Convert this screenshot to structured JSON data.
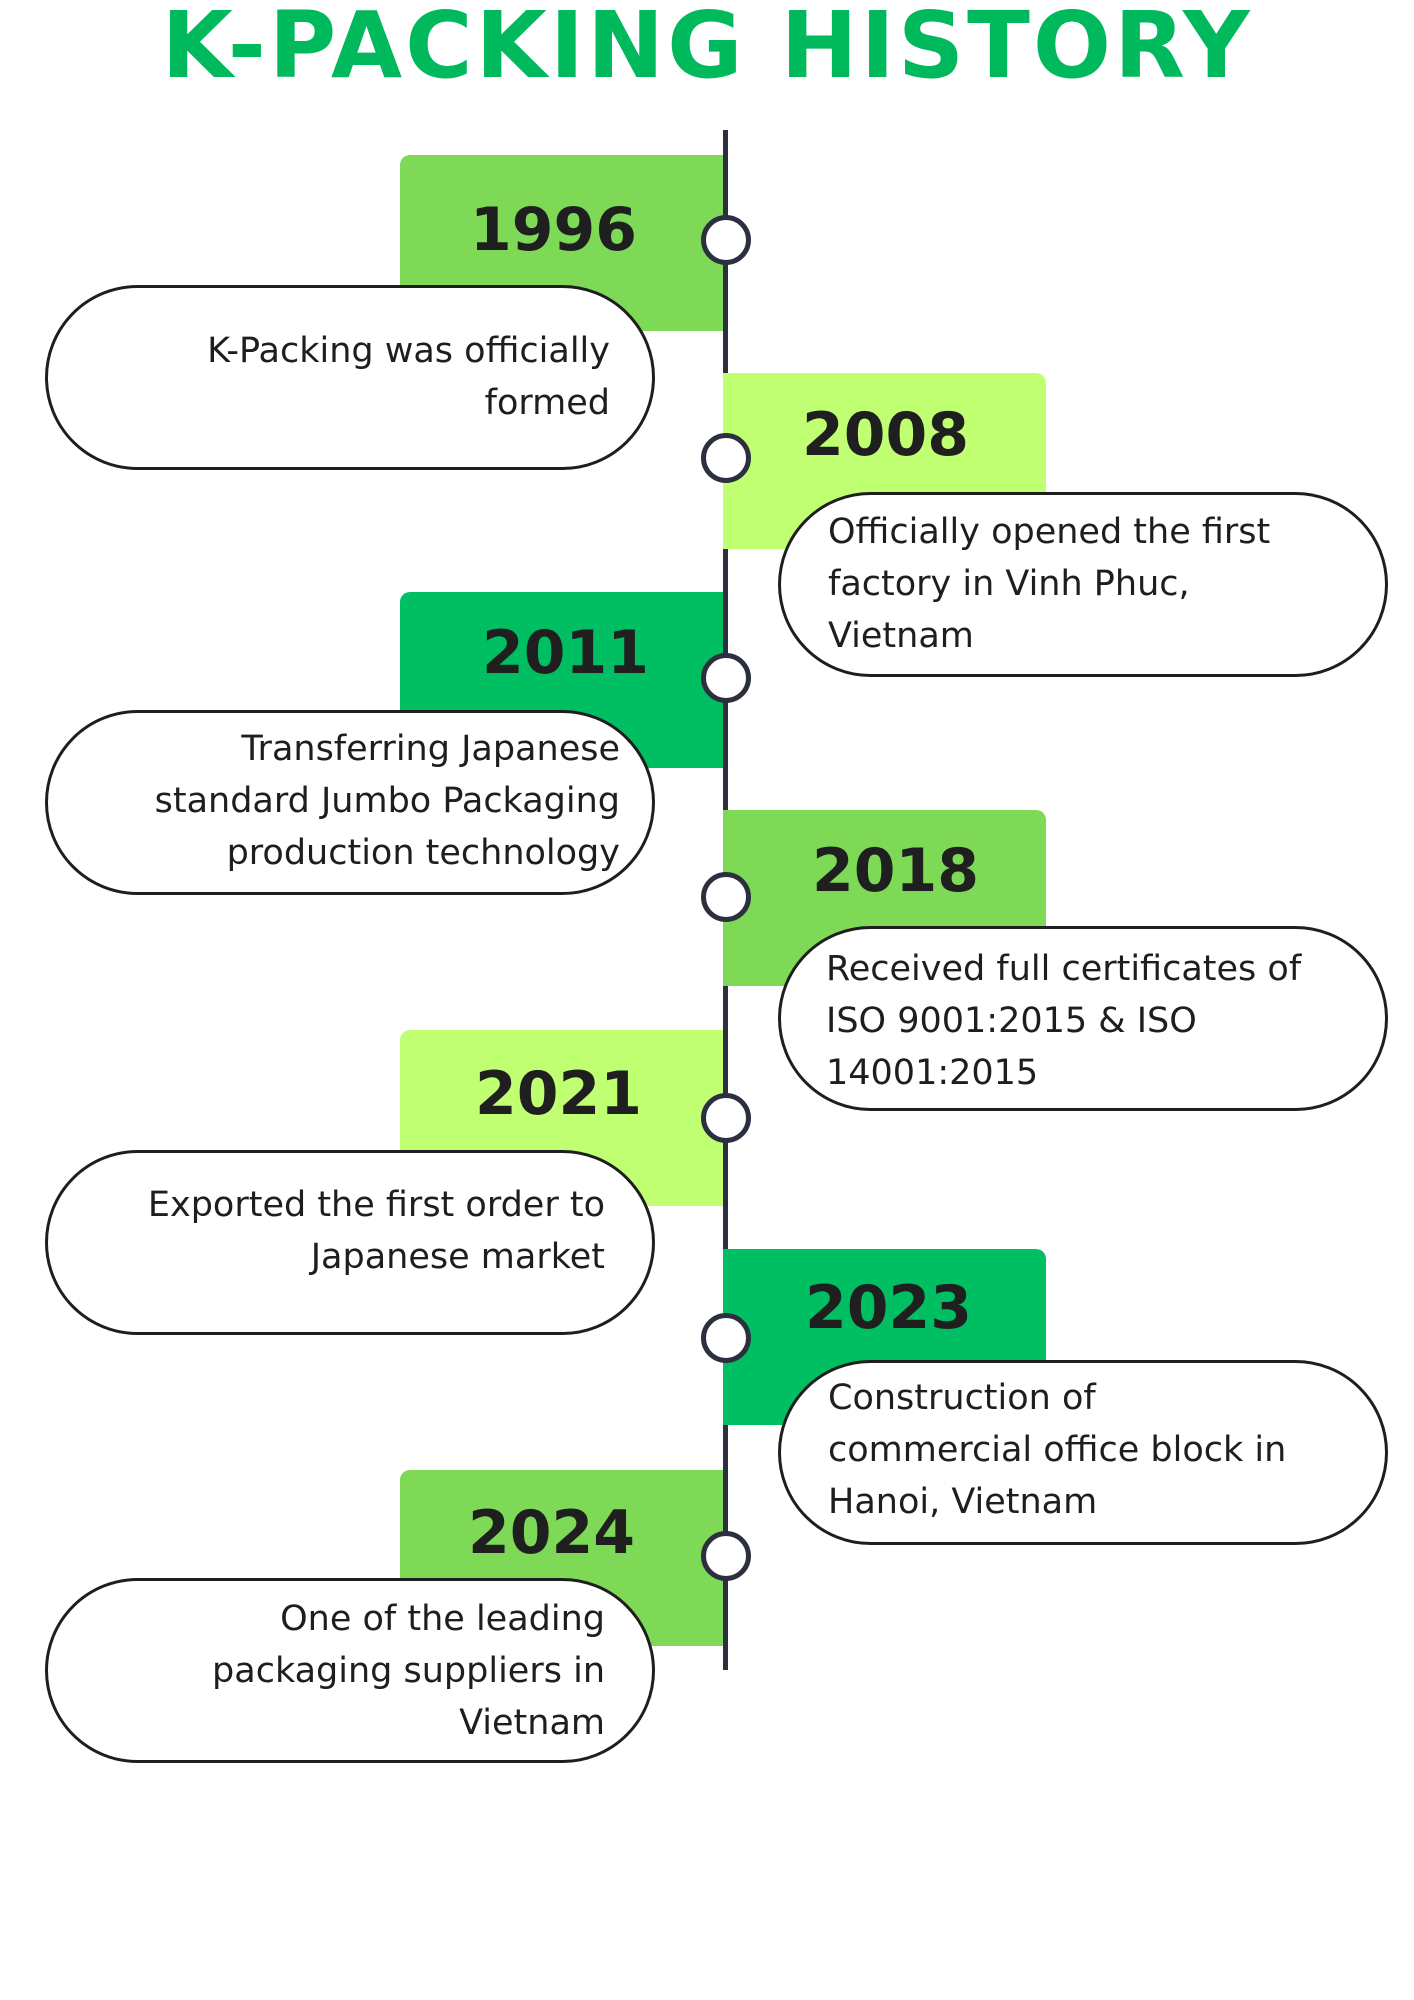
{
  "title": "K-PACKING HISTORY",
  "colors": {
    "title": "#00b95c",
    "line": "#2b2f3e",
    "green_mid": "#7ed957",
    "green_light": "#c1ff72",
    "green_dark": "#00bf63"
  },
  "events": [
    {
      "year": "1996",
      "line1": "K-Packing was officially",
      "line2": "formed",
      "line3": ""
    },
    {
      "year": "2008",
      "line1": "Officially opened the first",
      "line2": "factory in Vinh Phuc,",
      "line3": "Vietnam"
    },
    {
      "year": "2011",
      "line1": "Transferring Japanese",
      "line2": "standard Jumbo Packaging",
      "line3": "production technology"
    },
    {
      "year": "2018",
      "line1": "Received full certificates of",
      "line2": "ISO 9001:2015 & ISO",
      "line3": "14001:2015"
    },
    {
      "year": "2021",
      "line1": "Exported the first order to",
      "line2": "Japanese market",
      "line3": ""
    },
    {
      "year": "2023",
      "line1": "Construction of",
      "line2": "commercial office block in",
      "line3": "Hanoi, Vietnam"
    },
    {
      "year": "2024",
      "line1": "One of the leading",
      "line2": "packaging suppliers in",
      "line3": "Vietnam"
    }
  ]
}
